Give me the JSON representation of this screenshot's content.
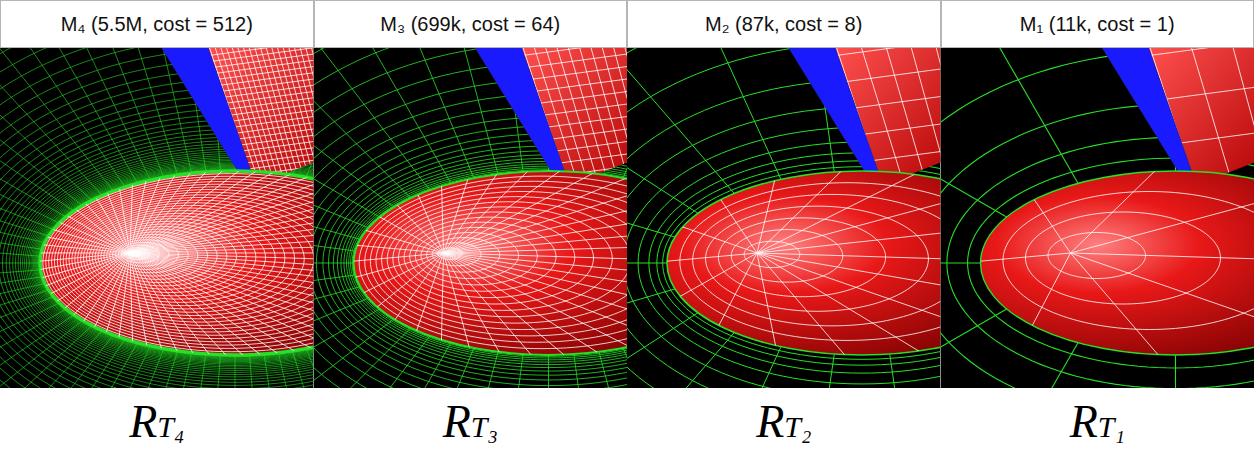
{
  "diagram": {
    "nodes": [
      {
        "text": [
          "M₄ (5.5M, cost = 512)"
        ]
      },
      {
        "text": [
          "M₃ (699k, cost = 64)"
        ]
      },
      {
        "text": [
          "M₂ (87k, cost = 8)"
        ]
      },
      {
        "text": [
          "M₁ (11k, cost = 1)"
        ]
      }
    ],
    "labels": [
      "RT₄",
      "RT₃",
      "RT₂",
      "RT₁"
    ]
  }
}
